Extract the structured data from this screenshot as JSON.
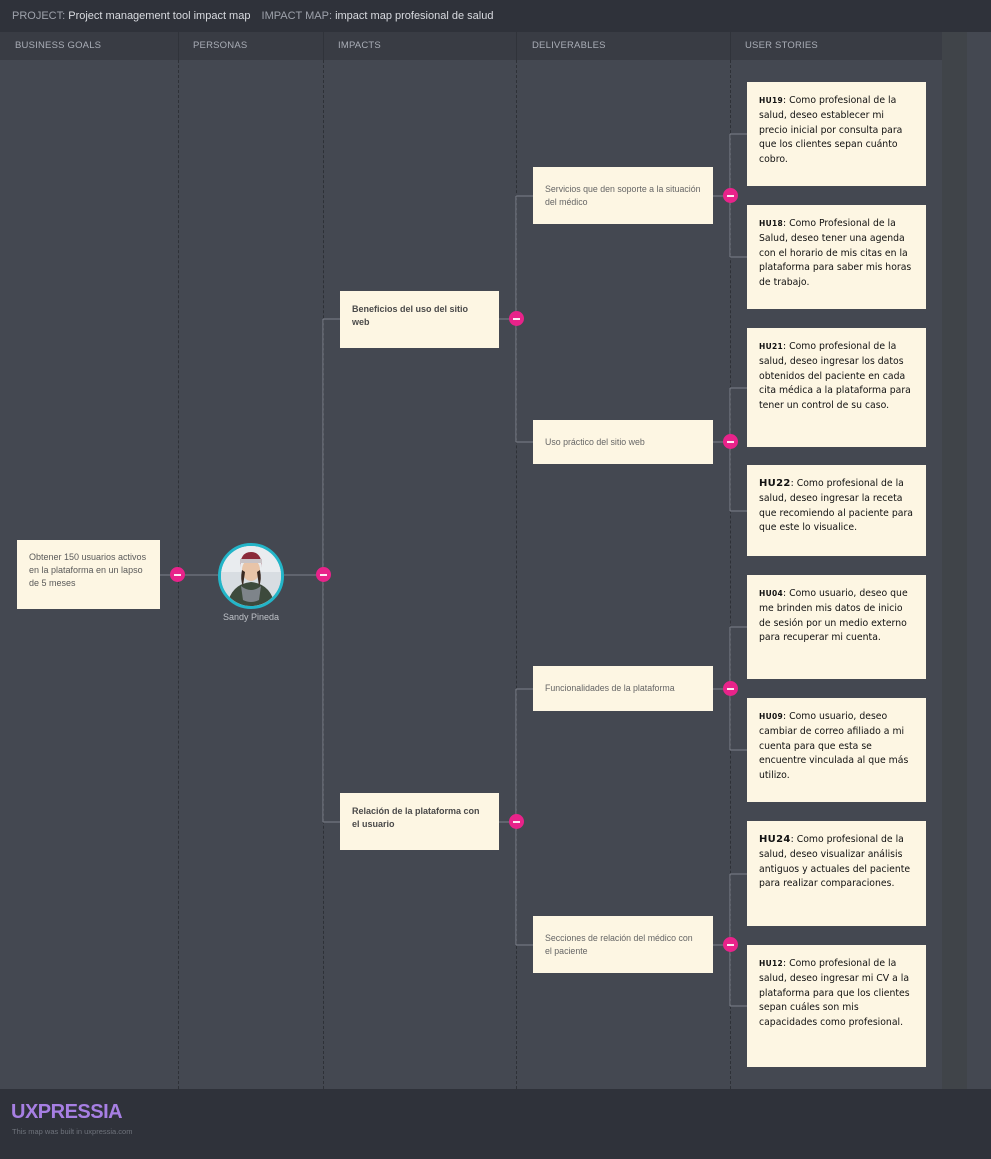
{
  "header": {
    "project_label": "PROJECT:",
    "project_name": "Project management tool impact map",
    "map_label": "IMPACT MAP:",
    "map_name": "impact map profesional de salud"
  },
  "columns": [
    "BUSINESS GOALS",
    "PERSONAS",
    "IMPACTS",
    "DELIVERABLES",
    "USER STORIES"
  ],
  "business_goal": "Obtener 150 usuarios activos en la plataforma en un lapso de 5 meses",
  "persona": {
    "name": "Sandy Pineda"
  },
  "impacts": [
    "Beneficios del uso del sitio web",
    "Relación de la plataforma con el usuario"
  ],
  "deliverables": [
    "Servicios que den soporte a la situación del médico",
    "Uso práctico del sitio web",
    "Funcionalidades  de la plataforma",
    "Secciones de relación del médico con el paciente"
  ],
  "stories": [
    {
      "id": "HU19",
      "sep": ":  ",
      "text": "Como profesional de la salud, deseo establecer mi precio inicial por consulta para que los clientes sepan cuánto cobro."
    },
    {
      "id": "HU18",
      "sep": ":  ",
      "text": "Como Profesional de la Salud, deseo tener una agenda con el horario de mis citas en la plataforma para saber mis horas de trabajo."
    },
    {
      "id": "HU21",
      "sep": ":  ",
      "text": "Como profesional de la salud, deseo ingresar los datos obtenidos del paciente en cada cita médica a la plataforma para tener un control de su caso."
    },
    {
      "id": "HU22",
      "sep": ": ",
      "text": "Como profesional de la salud, deseo ingresar la receta que recomiendo al paciente para que este lo visualice."
    },
    {
      "id": "HU04",
      "sep": ": ",
      "text": "Como usuario, deseo que me brinden mis datos de inicio de sesión por un medio externo para recuperar mi cuenta."
    },
    {
      "id": "HU09",
      "sep": ":  ",
      "text": "Como usuario, deseo cambiar de correo afiliado a mi cuenta para que esta se encuentre vinculada al que más utilizo."
    },
    {
      "id": "HU24",
      "sep": ":  ",
      "text": "Como profesional de la salud, deseo visualizar análisis antiguos y actuales del paciente para realizar comparaciones."
    },
    {
      "id": "HU12",
      "sep": ": ",
      "text": "Como profesional de la salud, deseo ingresar mi CV a la plataforma para que los clientes sepan cuáles son mis capacidades como profesional."
    }
  ],
  "footer": {
    "brand": "UXPRESSIA",
    "tagline": "This map was built in uxpressia.com"
  },
  "colors": {
    "toggle": "#e8238a",
    "card": "#fdf6e3",
    "avatar_ring": "#23b5c8",
    "brand": "#a77fe3"
  }
}
